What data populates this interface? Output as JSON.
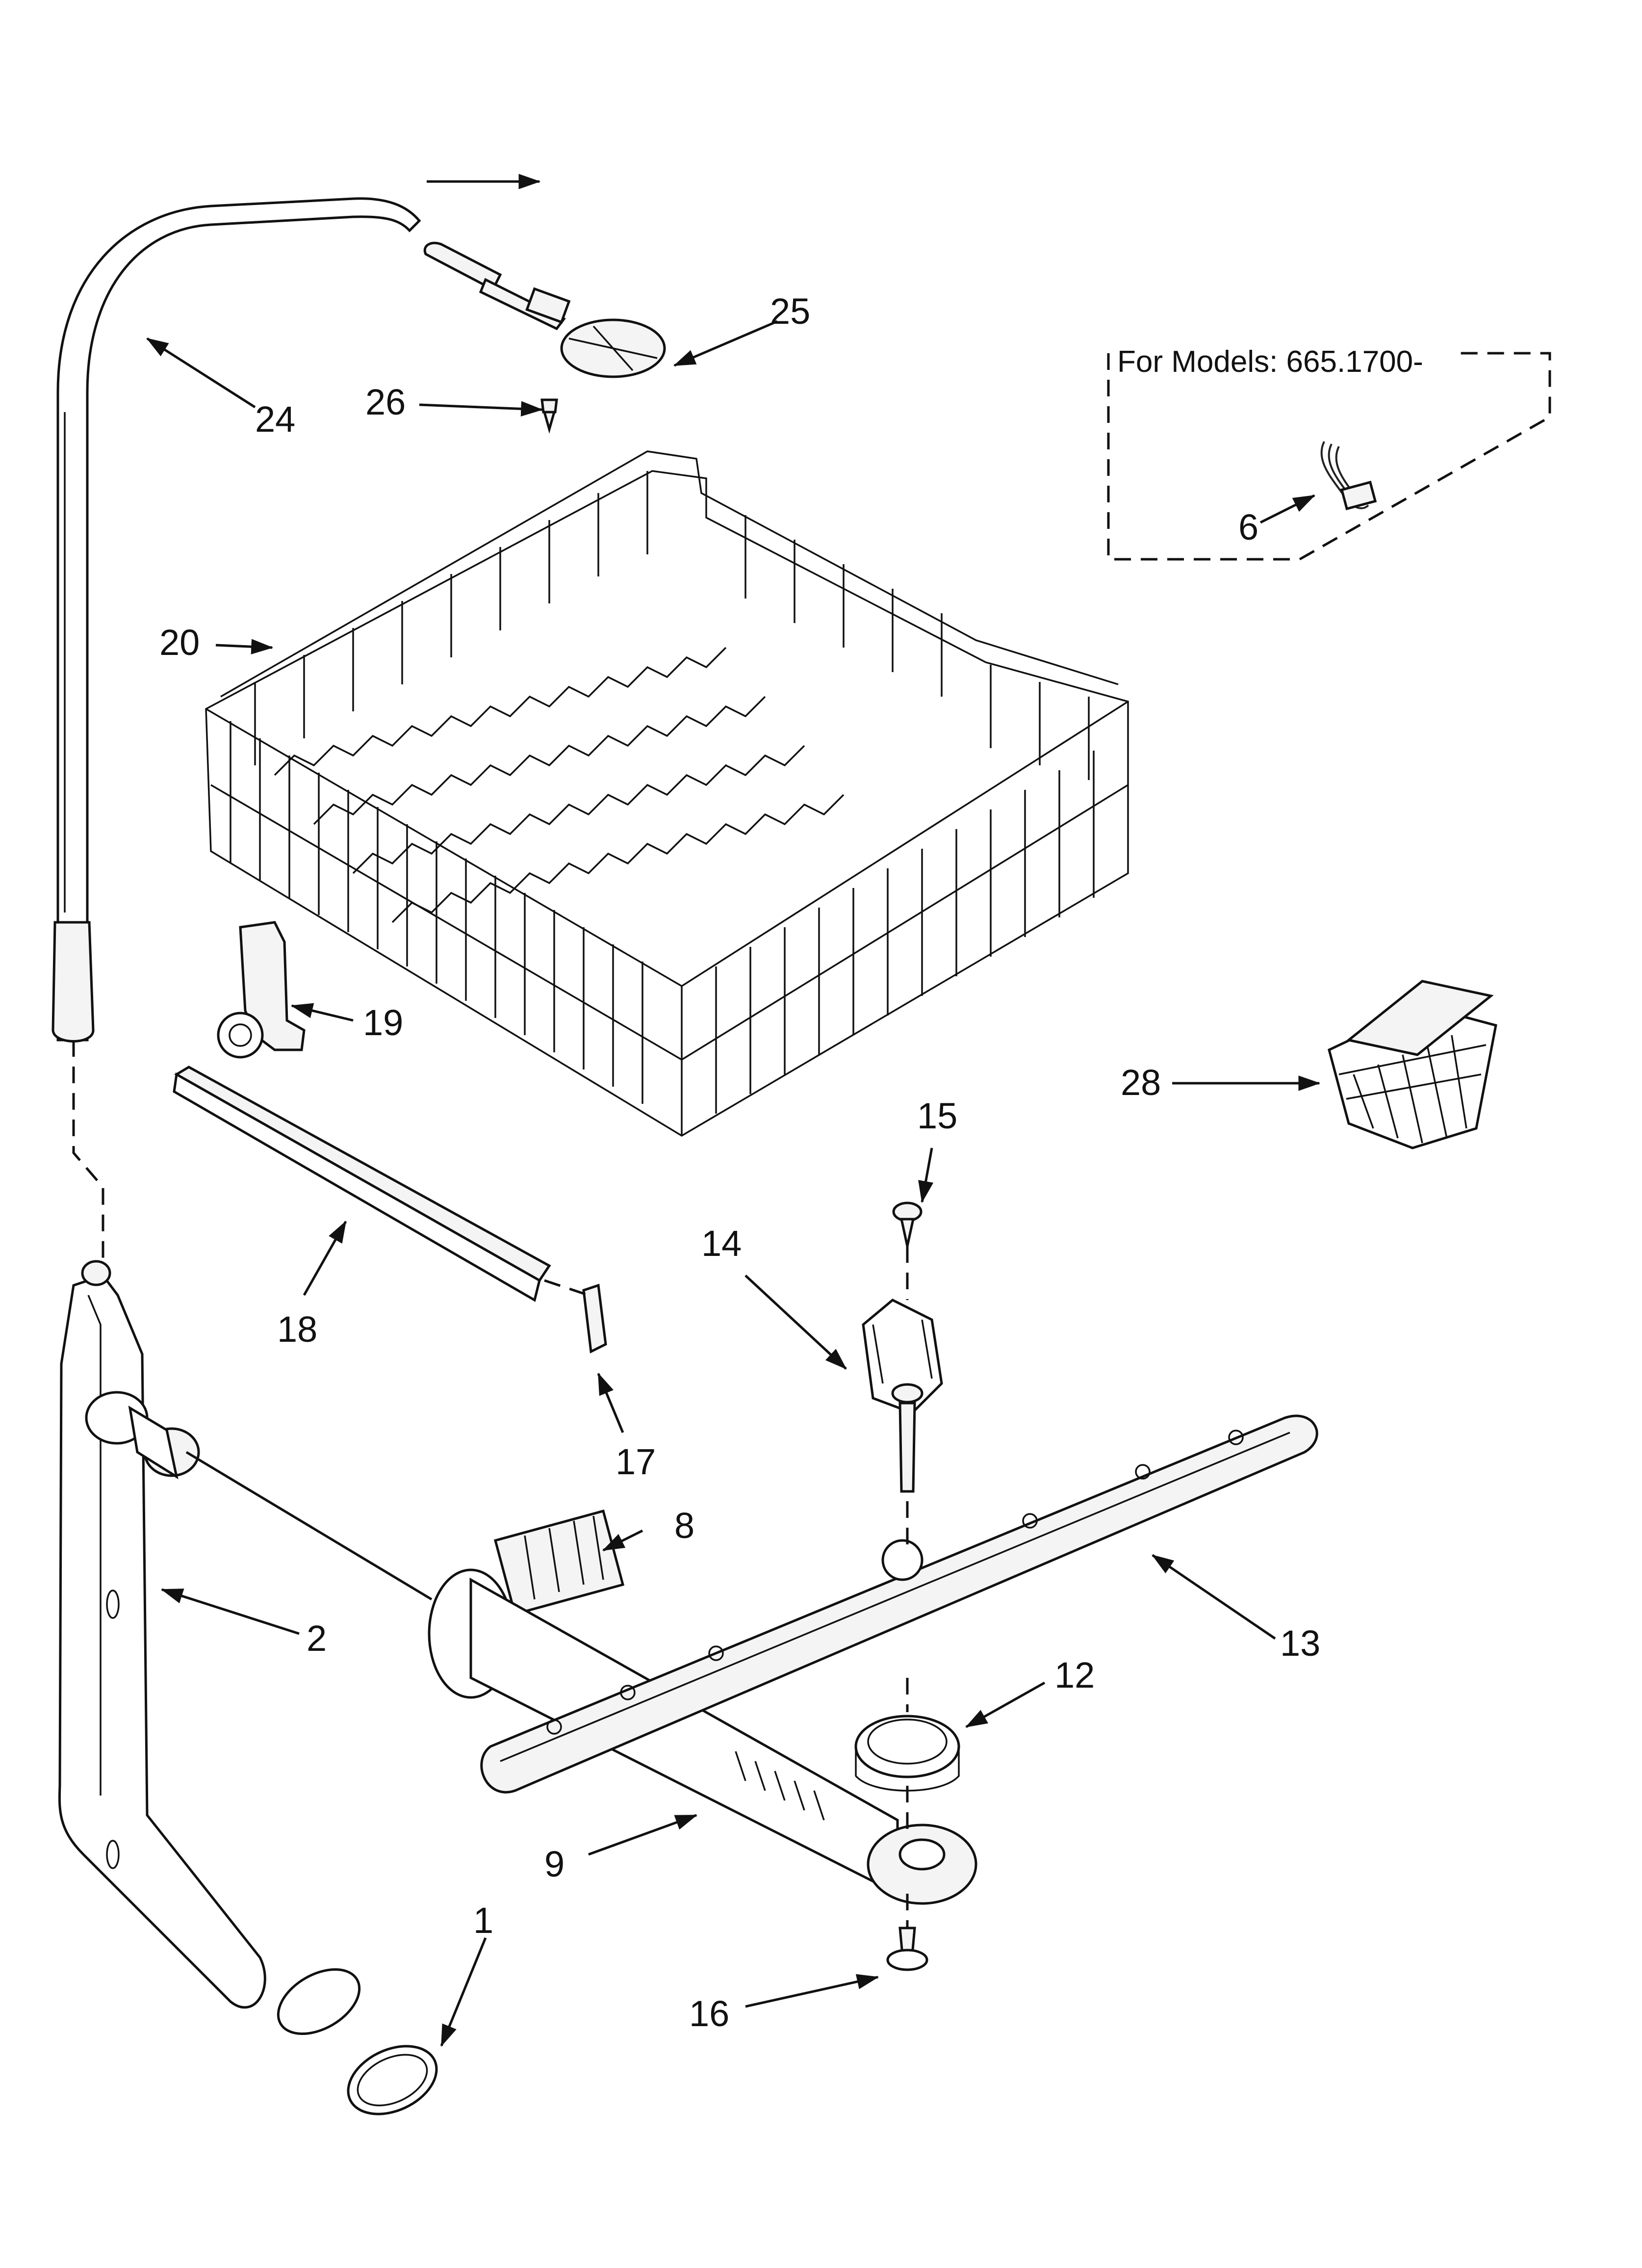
{
  "note": {
    "text": "For Models: 665.1700-"
  },
  "parts": [
    {
      "id": "p1",
      "label": "1"
    },
    {
      "id": "p2",
      "label": "2"
    },
    {
      "id": "p6",
      "label": "6"
    },
    {
      "id": "p8",
      "label": "8"
    },
    {
      "id": "p9",
      "label": "9"
    },
    {
      "id": "p12",
      "label": "12"
    },
    {
      "id": "p13",
      "label": "13"
    },
    {
      "id": "p14",
      "label": "14"
    },
    {
      "id": "p15",
      "label": "15"
    },
    {
      "id": "p16",
      "label": "16"
    },
    {
      "id": "p17",
      "label": "17"
    },
    {
      "id": "p18",
      "label": "18"
    },
    {
      "id": "p19",
      "label": "19"
    },
    {
      "id": "p20",
      "label": "20"
    },
    {
      "id": "p24",
      "label": "24"
    },
    {
      "id": "p25",
      "label": "25"
    },
    {
      "id": "p26",
      "label": "26"
    },
    {
      "id": "p28",
      "label": "28"
    }
  ]
}
